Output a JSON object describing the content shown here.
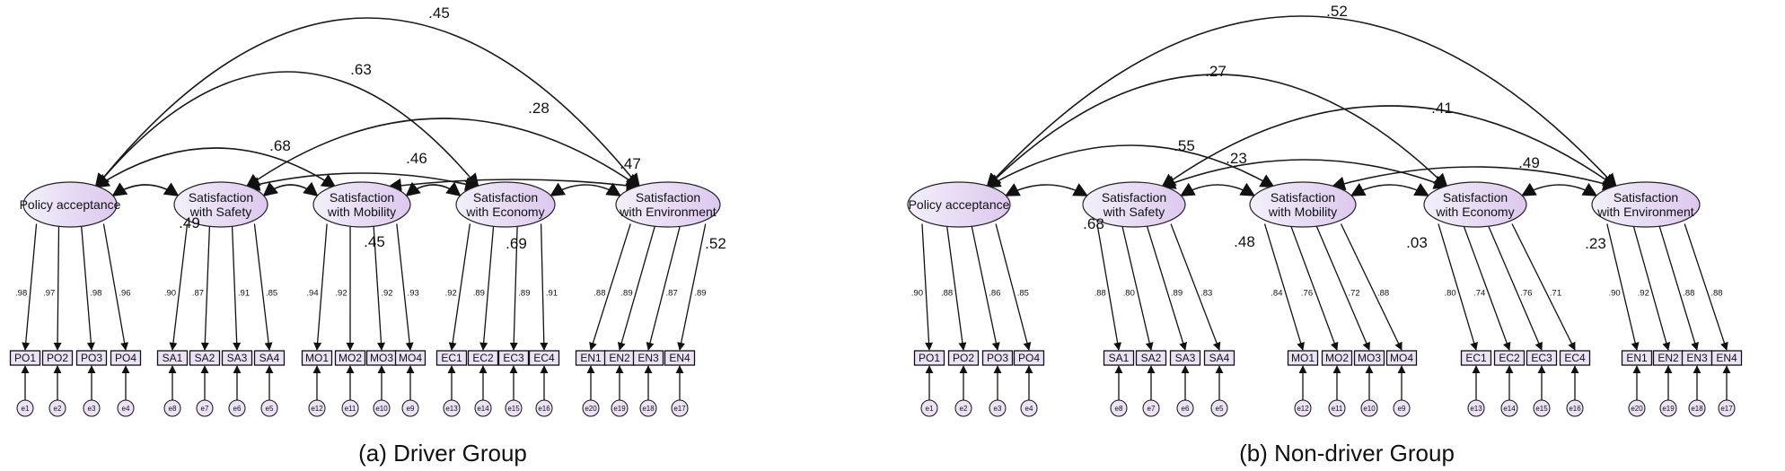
{
  "panels": [
    {
      "caption": "(a) Driver Group",
      "factors": [
        {
          "label": [
            "Policy acceptance"
          ],
          "loadings": [
            ".98",
            ".97",
            ".98",
            ".96"
          ],
          "indicators": [
            "PO1",
            "PO2",
            "PO3",
            "PO4"
          ],
          "errors": [
            "e1",
            "e2",
            "e3",
            "e4"
          ]
        },
        {
          "label": [
            "Satisfaction",
            "with Safety"
          ],
          "loadings": [
            ".90",
            ".87",
            ".91",
            ".85"
          ],
          "indicators": [
            "SA1",
            "SA2",
            "SA3",
            "SA4"
          ],
          "errors": [
            "e8",
            "e7",
            "e6",
            "e5"
          ]
        },
        {
          "label": [
            "Satisfaction",
            "with Mobility"
          ],
          "loadings": [
            ".94",
            ".92",
            ".92",
            ".93"
          ],
          "indicators": [
            "MO1",
            "MO2",
            "MO3",
            "MO4"
          ],
          "errors": [
            "e12",
            "e11",
            "e10",
            "e9"
          ]
        },
        {
          "label": [
            "Satisfaction",
            "with Economy"
          ],
          "loadings": [
            ".92",
            ".89",
            ".89",
            ".91"
          ],
          "indicators": [
            "EC1",
            "EC2",
            "EC3",
            "EC4"
          ],
          "errors": [
            "e13",
            "e14",
            "e15",
            "e16"
          ]
        },
        {
          "label": [
            "Satisfaction",
            "with Environment"
          ],
          "loadings": [
            ".88",
            ".89",
            ".87",
            ".89"
          ],
          "indicators": [
            "EN1",
            "EN2",
            "EN3",
            "EN4"
          ],
          "errors": [
            "e20",
            "e19",
            "e18",
            "e17"
          ]
        }
      ],
      "correlations": [
        {
          "from": 0,
          "to": 4,
          "value": ".45"
        },
        {
          "from": 0,
          "to": 3,
          "value": ".63"
        },
        {
          "from": 1,
          "to": 4,
          "value": ".28"
        },
        {
          "from": 0,
          "to": 2,
          "value": ".68"
        },
        {
          "from": 1,
          "to": 3,
          "value": ".46"
        },
        {
          "from": 2,
          "to": 4,
          "value": ".47"
        },
        {
          "from": 0,
          "to": 1,
          "value": ".49"
        },
        {
          "from": 1,
          "to": 2,
          "value": ".45"
        },
        {
          "from": 2,
          "to": 3,
          "value": ".69"
        },
        {
          "from": 3,
          "to": 4,
          "value": ".52"
        }
      ]
    },
    {
      "caption": "(b) Non-driver Group",
      "factors": [
        {
          "label": [
            "Policy acceptance"
          ],
          "loadings": [
            ".90",
            ".88",
            ".86",
            ".85"
          ],
          "indicators": [
            "PO1",
            "PO2",
            "PO3",
            "PO4"
          ],
          "errors": [
            "e1",
            "e2",
            "e3",
            "e4"
          ]
        },
        {
          "label": [
            "Satisfaction",
            "with Safety"
          ],
          "loadings": [
            ".88",
            ".80",
            ".89",
            ".83"
          ],
          "indicators": [
            "SA1",
            "SA2",
            "SA3",
            "SA4"
          ],
          "errors": [
            "e8",
            "e7",
            "e6",
            "e5"
          ]
        },
        {
          "label": [
            "Satisfaction",
            "with Mobility"
          ],
          "loadings": [
            ".84",
            ".76",
            ".72",
            ".88"
          ],
          "indicators": [
            "MO1",
            "MO2",
            "MO3",
            "MO4"
          ],
          "errors": [
            "e12",
            "e11",
            "e10",
            "e9"
          ]
        },
        {
          "label": [
            "Satisfaction",
            "with Economy"
          ],
          "loadings": [
            ".80",
            ".74",
            ".76",
            ".71"
          ],
          "indicators": [
            "EC1",
            "EC2",
            "EC3",
            "EC4"
          ],
          "errors": [
            "e13",
            "e14",
            "e15",
            "e16"
          ]
        },
        {
          "label": [
            "Satisfaction",
            "with Environment"
          ],
          "loadings": [
            ".90",
            ".92",
            ".88",
            ".88"
          ],
          "indicators": [
            "EN1",
            "EN2",
            "EN3",
            "EN4"
          ],
          "errors": [
            "e20",
            "e19",
            "e18",
            "e17"
          ]
        }
      ],
      "correlations": [
        {
          "from": 0,
          "to": 4,
          "value": ".52"
        },
        {
          "from": 0,
          "to": 3,
          "value": ".27"
        },
        {
          "from": 1,
          "to": 4,
          "value": ".41"
        },
        {
          "from": 0,
          "to": 2,
          "value": ".55"
        },
        {
          "from": 1,
          "to": 3,
          "value": ".23"
        },
        {
          "from": 2,
          "to": 4,
          "value": ".49"
        },
        {
          "from": 0,
          "to": 1,
          "value": ".68"
        },
        {
          "from": 1,
          "to": 2,
          "value": ".48"
        },
        {
          "from": 2,
          "to": 3,
          "value": ".03"
        },
        {
          "from": 3,
          "to": 4,
          "value": ".23"
        }
      ]
    }
  ],
  "colors": {
    "ellipse_left": "#f2f0fa",
    "ellipse_right": "#ddc8ee",
    "box_fill": "#ece2f6",
    "line": "#111111"
  }
}
